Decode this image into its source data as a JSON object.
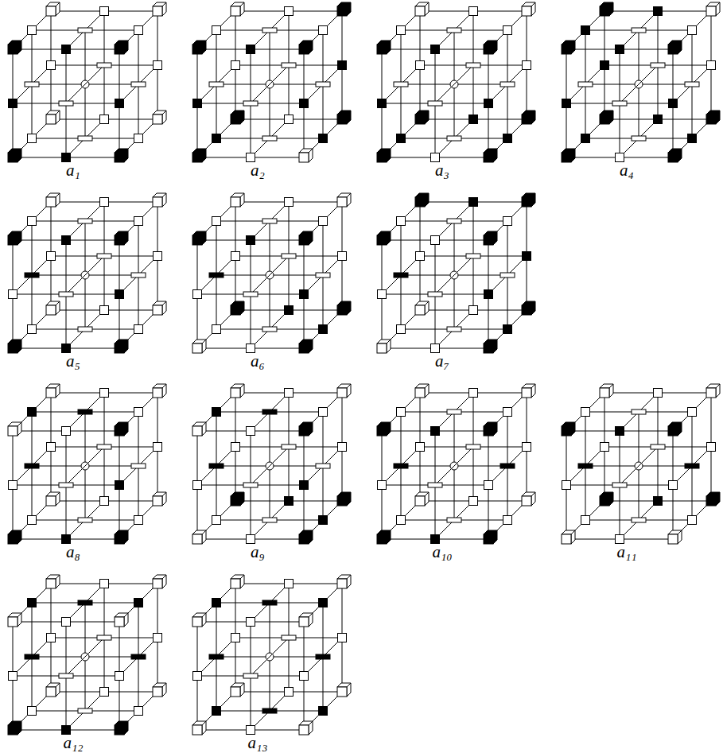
{
  "diagram": {
    "labels": [
      "a₁",
      "a₂",
      "a₃",
      "a₄",
      "a₅",
      "a₆",
      "a₇",
      "a₈",
      "a₉",
      "a₁₀",
      "a₁₁",
      "a₁₂",
      "a₁₃"
    ]
  }
}
